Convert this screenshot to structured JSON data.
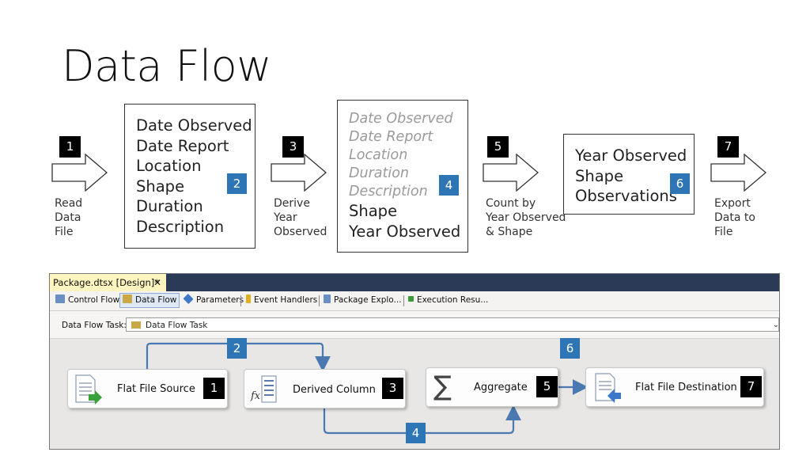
{
  "slide": {
    "title": "Data Flow",
    "steps": {
      "s1": {
        "num": "1",
        "label": "Read\nData\nFile"
      },
      "s2": {
        "num": "2",
        "columns": [
          "Date Observed",
          "Date Report",
          "Location",
          "Shape",
          "Duration",
          "Description"
        ]
      },
      "s3": {
        "num": "3",
        "label": "Derive\nYear\nObserved"
      },
      "s4": {
        "num": "4",
        "muted_columns": [
          "Date Observed",
          "Date Report",
          "Location",
          "Duration",
          "Description"
        ],
        "columns": [
          "Shape",
          "Year Observed"
        ]
      },
      "s5": {
        "num": "5",
        "label": "Count by\nYear Observed\n& Shape"
      },
      "s6": {
        "num": "6",
        "columns": [
          "Year Observed",
          "Shape",
          "Observations"
        ]
      },
      "s7": {
        "num": "7",
        "label": "Export\nData to\nFile"
      }
    }
  },
  "designer": {
    "doc_tab": {
      "title": "Package.dtsx [Design]*",
      "close": "✕"
    },
    "tabs": [
      {
        "label": "Control Flow",
        "icon": "control-flow-icon",
        "color": "#6a8fc4"
      },
      {
        "label": "Data Flow",
        "icon": "data-flow-icon",
        "color": "#c9a845",
        "selected": true
      },
      {
        "label": "Parameters",
        "icon": "parameters-icon",
        "color": "#3b78c8"
      },
      {
        "label": "Event Handlers",
        "icon": "event-handlers-icon",
        "color": "#e0b020"
      },
      {
        "label": "Package Explo...",
        "icon": "package-explorer-icon",
        "color": "#6a8fc4"
      },
      {
        "label": "Execution Resu...",
        "icon": "execution-results-icon",
        "color": "#3a9a3a"
      }
    ],
    "task": {
      "label": "Data Flow Task:",
      "value": "Data Flow Task",
      "chevron": "⌄"
    },
    "components": [
      {
        "label": "Flat File Source",
        "num": "1",
        "icon": "flat-file-source-icon"
      },
      {
        "label": "Derived Column",
        "num": "3",
        "icon": "derived-column-icon"
      },
      {
        "label": "Aggregate",
        "num": "5",
        "icon": "aggregate-sigma-icon",
        "symbol": "∑"
      },
      {
        "label": "Flat File Destination",
        "num": "7",
        "icon": "flat-file-destination-icon"
      }
    ],
    "path_labels": {
      "p2": "2",
      "p4": "4",
      "p6": "6"
    },
    "colors": {
      "path": "#4a78b0",
      "badge": "#2e75b6",
      "tab_strip": "#2b3a56",
      "doc_tab": "#fdf4bf"
    }
  }
}
